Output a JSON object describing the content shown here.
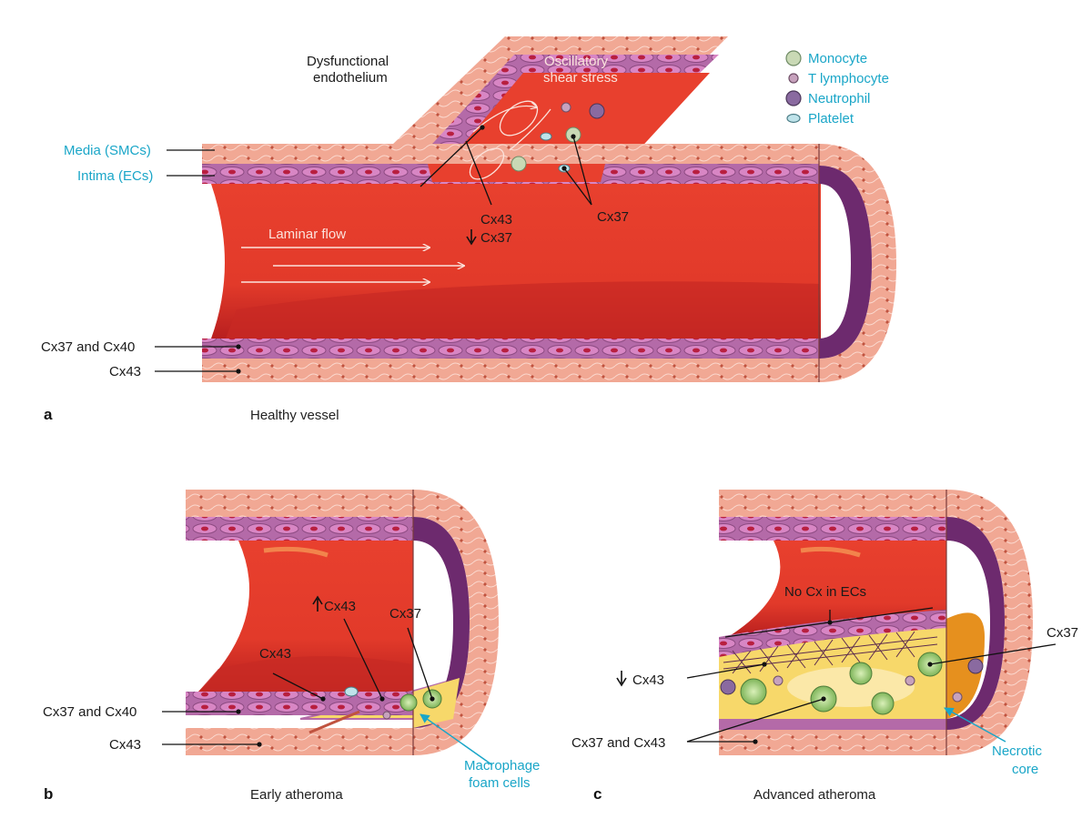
{
  "panels": {
    "a": {
      "letter": "a",
      "caption": "Healthy vessel"
    },
    "b": {
      "letter": "b",
      "caption": "Early atheroma"
    },
    "c": {
      "letter": "c",
      "caption": "Advanced atheroma"
    }
  },
  "panel_a_labels": {
    "dysfunctional_1": "Dysfunctional",
    "dysfunctional_2": "endothelium",
    "oscillatory_1": "Oscillatory",
    "oscillatory_2": "shear stress",
    "media": "Media (SMCs)",
    "intima": "Intima (ECs)",
    "laminar": "Laminar flow",
    "cx43_branch": "Cx43",
    "cx37_branch": "Cx37",
    "cx37_cells": "Cx37",
    "cx37_cx40": "Cx37 and Cx40",
    "cx43_media": "Cx43"
  },
  "legend": [
    {
      "label": "Monocyte",
      "icon": "monocyte-icon",
      "fill": "#c9d9b5",
      "stroke": "#6e8a64"
    },
    {
      "label": "T lymphocyte",
      "icon": "t-lymphocyte-icon",
      "fill": "#c7a2bd",
      "stroke": "#6f4f67"
    },
    {
      "label": "Neutrophil",
      "icon": "neutrophil-icon",
      "fill": "#8a6aa0",
      "stroke": "#4a3558"
    },
    {
      "label": "Platelet",
      "icon": "platelet-icon",
      "fill": "#bfe3ea",
      "stroke": "#4b7c86"
    }
  ],
  "panel_b_labels": {
    "cx43_up": "Cx43",
    "cx37": "Cx37",
    "cx43": "Cx43",
    "cx37_cx40": "Cx37 and Cx40",
    "cx43_media": "Cx43",
    "foam_1": "Macrophage",
    "foam_2": "foam cells"
  },
  "panel_c_labels": {
    "no_cx": "No Cx in ECs",
    "cx37": "Cx37",
    "cx43_down": "Cx43",
    "cx37_cx43": "Cx37 and Cx43",
    "necrotic_1": "Necrotic",
    "necrotic_2": "core"
  },
  "colors": {
    "lumen": "#e8402e",
    "lumen_dark": "#b81f1f",
    "media": "#f1a894",
    "intima": "#b46aa8",
    "plaque": "#f7d86a",
    "necrotic": "#fbe8a8",
    "label_accent": "#1aa6c8"
  }
}
